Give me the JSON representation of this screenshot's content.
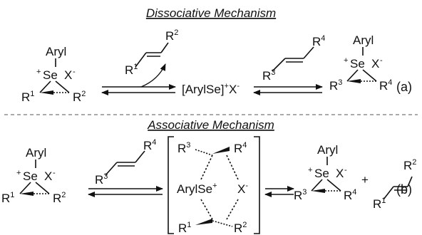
{
  "titles": {
    "dissociative": "Dissociative Mechanism",
    "associative": "Associative Mechanism"
  },
  "labels": {
    "aryl": "Aryl",
    "se_plus": "+",
    "se": "Se",
    "x_counter": "X",
    "minus": "-",
    "r": "R",
    "r1": "1",
    "r2": "2",
    "r3": "3",
    "r4": "4",
    "intermediate": "[ArylSe]",
    "intermediate_plus": "+",
    "intermediate_x": "X",
    "intermediate_minus": "-",
    "ts_arylse": "ArylSe",
    "ts_plus": "+",
    "ts_x": "X",
    "ts_minus": "-",
    "plus_sign": "+",
    "tag_a": "(a)",
    "tag_b": "(b)"
  },
  "colors": {
    "ink": "#111111",
    "divider": "#777777"
  }
}
